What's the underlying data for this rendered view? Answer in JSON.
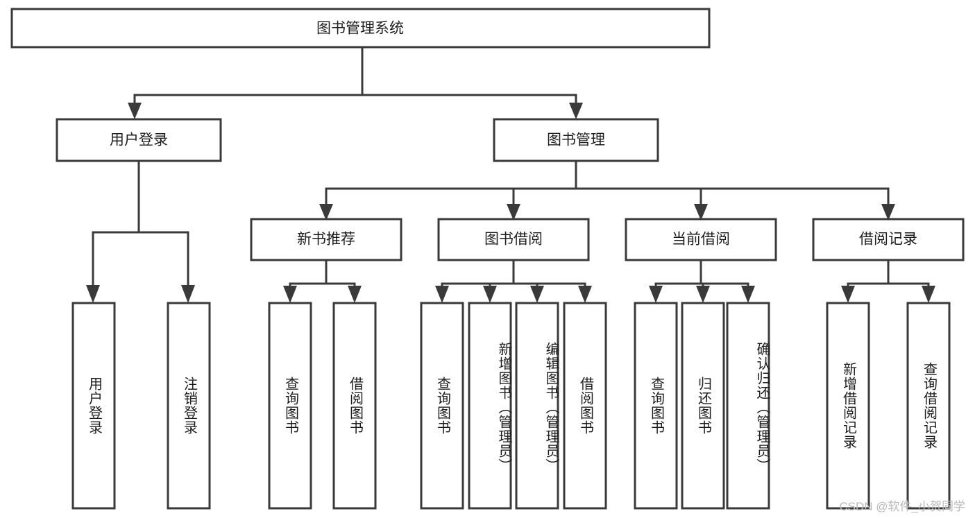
{
  "diagram": {
    "title": "图书管理系统",
    "type": "tree-hierarchy-chart",
    "root": {
      "id": "root",
      "label": "图书管理系统",
      "orientation": "horizontal"
    },
    "level2": [
      {
        "id": "user-login",
        "label": "用户登录",
        "orientation": "horizontal"
      },
      {
        "id": "book-management",
        "label": "图书管理",
        "orientation": "horizontal"
      }
    ],
    "level3": [
      {
        "id": "new-book-recommend",
        "label": "新书推荐",
        "orientation": "horizontal",
        "parent": "book-management"
      },
      {
        "id": "book-borrow",
        "label": "图书借阅",
        "orientation": "horizontal",
        "parent": "book-management"
      },
      {
        "id": "current-borrow",
        "label": "当前借阅",
        "orientation": "horizontal",
        "parent": "book-management"
      },
      {
        "id": "borrow-record",
        "label": "借阅记录",
        "orientation": "horizontal",
        "parent": "book-management"
      }
    ],
    "leaves": [
      {
        "id": "leaf-user-login",
        "label": "用户登录",
        "orientation": "vertical",
        "parent": "user-login"
      },
      {
        "id": "leaf-logout-login",
        "label": "注销登录",
        "orientation": "vertical",
        "parent": "user-login"
      },
      {
        "id": "leaf-query-book-1",
        "label": "查询图书",
        "orientation": "vertical",
        "parent": "new-book-recommend"
      },
      {
        "id": "leaf-borrow-book-1",
        "label": "借阅图书",
        "orientation": "vertical",
        "parent": "new-book-recommend"
      },
      {
        "id": "leaf-query-book-2",
        "label": "查询图书",
        "orientation": "vertical",
        "parent": "book-borrow"
      },
      {
        "id": "leaf-add-book",
        "label": "新增图书（管理员）",
        "orientation": "vertical",
        "parent": "book-borrow"
      },
      {
        "id": "leaf-edit-book",
        "label": "编辑图书（管理员）",
        "orientation": "vertical",
        "parent": "book-borrow"
      },
      {
        "id": "leaf-borrow-book-2",
        "label": "借阅图书",
        "orientation": "vertical",
        "parent": "book-borrow"
      },
      {
        "id": "leaf-query-book-3",
        "label": "查询图书",
        "orientation": "vertical",
        "parent": "current-borrow"
      },
      {
        "id": "leaf-return-book",
        "label": "归还图书",
        "orientation": "vertical",
        "parent": "current-borrow"
      },
      {
        "id": "leaf-confirm-return",
        "label": "确认归还（管理员）",
        "orientation": "vertical",
        "parent": "current-borrow"
      },
      {
        "id": "leaf-add-record",
        "label": "新增借阅记录",
        "orientation": "vertical",
        "parent": "borrow-record"
      },
      {
        "id": "leaf-query-record",
        "label": "查询借阅记录",
        "orientation": "vertical",
        "parent": "borrow-record"
      }
    ],
    "colors": {
      "stroke": "#3a3a3a",
      "fill": "#ffffff",
      "text": "#1d1d1d",
      "background": "#ffffff",
      "watermark": "#b9b9b9"
    }
  },
  "watermark": {
    "text": "CSDN @软件_小贺同学"
  }
}
